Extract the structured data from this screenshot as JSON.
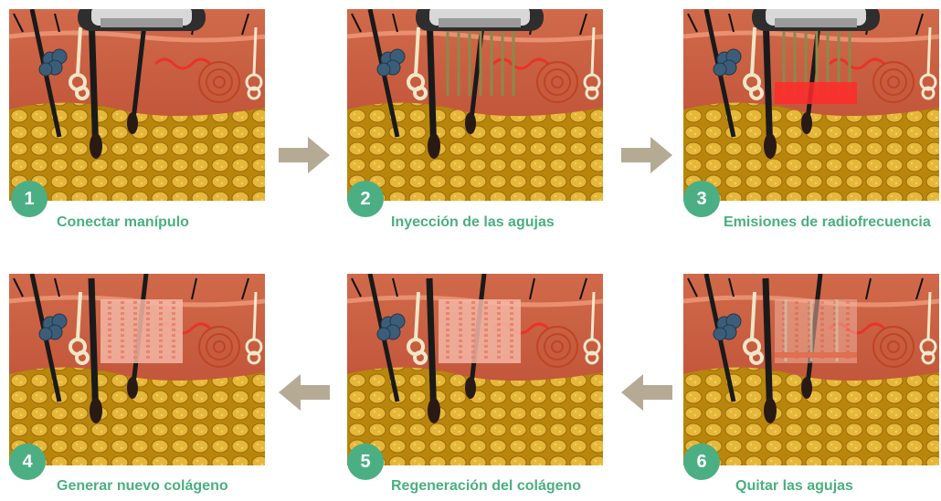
{
  "steps": [
    {
      "number": "1",
      "label": "Conectar manípulo"
    },
    {
      "number": "2",
      "label": "Inyección de las agujas"
    },
    {
      "number": "3",
      "label": "Emisiones de radiofrecuencia"
    },
    {
      "number": "4",
      "label": "Generar nuevo colágeno"
    },
    {
      "number": "5",
      "label": "Regeneración del colágeno"
    },
    {
      "number": "6",
      "label": "Quitar las agujas"
    }
  ],
  "colors": {
    "badge": "#4caf84",
    "caption": "#49b07f",
    "arrow": "#b5ab95",
    "skin": "#c95a3e",
    "fat": "#e1b23a",
    "rf": "#ff2a2a"
  }
}
